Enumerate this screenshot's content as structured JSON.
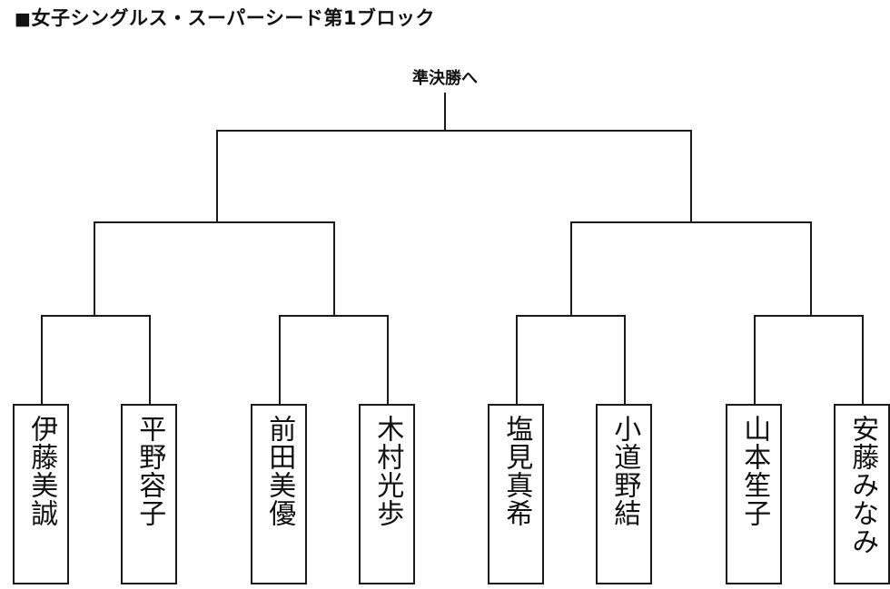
{
  "page": {
    "title_bullet": "■",
    "title": "女子シングルス・スーパーシード第1ブロック",
    "apex_label": "準決勝へ",
    "line_color": "#1a1a1a",
    "background_color": "#ffffff",
    "text_color": "#111111"
  },
  "bracket": {
    "type": "single-elimination",
    "rounds": 3,
    "entrants": 8,
    "advances_to": "準決勝へ",
    "players": [
      {
        "name": "伊藤美誠",
        "slot": 1
      },
      {
        "name": "平野容子",
        "slot": 2
      },
      {
        "name": "前田美優",
        "slot": 3
      },
      {
        "name": "木村光歩",
        "slot": 4
      },
      {
        "name": "塩見真希",
        "slot": 5
      },
      {
        "name": "小道野結",
        "slot": 6
      },
      {
        "name": "山本笙子",
        "slot": 7
      },
      {
        "name": "安藤みなみ",
        "slot": 8
      }
    ],
    "first_round_matches": [
      {
        "top": "伊藤美誠",
        "bottom": "平野容子"
      },
      {
        "top": "前田美優",
        "bottom": "木村光歩"
      },
      {
        "top": "塩見真希",
        "bottom": "小道野結"
      },
      {
        "top": "山本笙子",
        "bottom": "安藤みなみ"
      }
    ],
    "quarterfinal_groups": [
      {
        "left_match": 1,
        "right_match": 2
      },
      {
        "left_match": 3,
        "right_match": 4
      }
    ],
    "final_group": {
      "left_group": 1,
      "right_group": 2
    }
  }
}
